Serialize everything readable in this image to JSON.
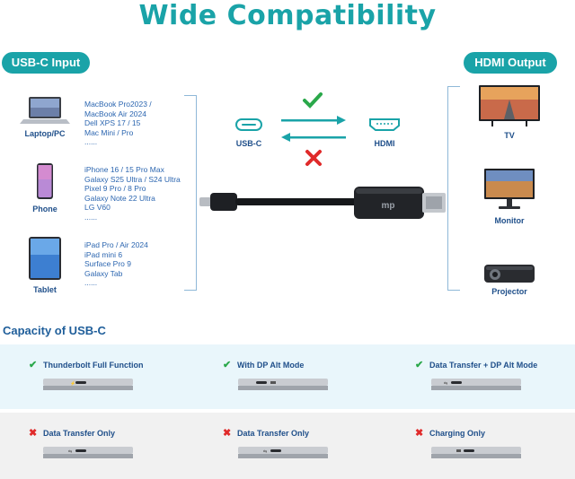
{
  "title": "Wide Compatibility",
  "input_label": "USB-C Input",
  "output_label": "HDMI Output",
  "inputs": [
    {
      "name": "Laptop/PC",
      "models": [
        "MacBook Pro2023 /",
        "MacBook Air 2024",
        "Dell XPS 17 / 15",
        "Mac Mini / Pro"
      ]
    },
    {
      "name": "Phone",
      "models": [
        "iPhone 16 / 15 Pro Max",
        "Galaxy S25 Ultra / S24 Ultra",
        "Pixel 9 Pro / 8 Pro",
        "Galaxy Note 22 Ultra",
        "LG V60"
      ]
    },
    {
      "name": "Tablet",
      "models": [
        "iPad Pro / Air 2024",
        "iPad mini 6",
        "Surface Pro 9",
        "Galaxy Tab"
      ]
    }
  ],
  "ellipsis": "......",
  "outputs": [
    {
      "name": "TV"
    },
    {
      "name": "Monitor"
    },
    {
      "name": "Projector"
    }
  ],
  "port_in": "USB-C",
  "port_out": "HDMI",
  "brand_mark": "mp",
  "capacity_title": "Capacity of USB-C",
  "capacity": [
    {
      "label": "Thunderbolt Full Function",
      "supported": true
    },
    {
      "label": "With DP Alt Mode",
      "supported": true
    },
    {
      "label": "Data Transfer + DP Alt Mode",
      "supported": true
    },
    {
      "label": "Data Transfer Only",
      "supported": false
    },
    {
      "label": "Data Transfer Only",
      "supported": false
    },
    {
      "label": "Charging Only",
      "supported": false
    }
  ],
  "colors": {
    "accent": "#1aa3a8",
    "check": "#2aa84a",
    "cross": "#e02a2a",
    "label": "#1f4f8a"
  },
  "icons": [
    "laptop-icon",
    "phone-icon",
    "tablet-icon",
    "tv-icon",
    "monitor-icon",
    "projector-icon",
    "usb-c-port-icon",
    "hdmi-port-icon",
    "checkmark-icon",
    "cross-icon",
    "cable-icon"
  ]
}
